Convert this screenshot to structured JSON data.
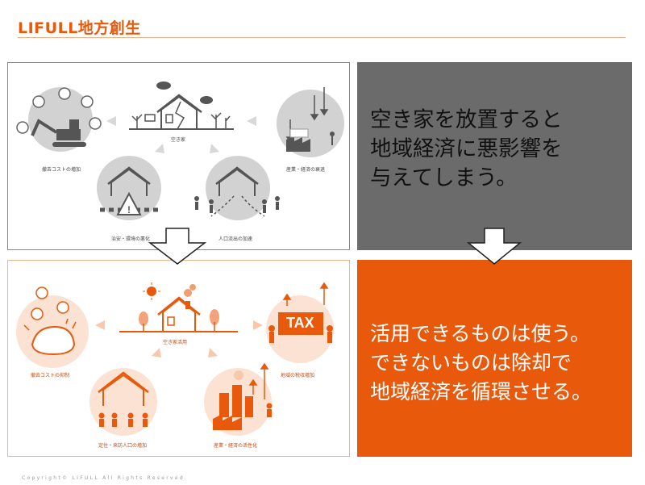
{
  "header": {
    "title": "LIFULL地方創生"
  },
  "top_illustration": {
    "center_label": "空き家",
    "labels": [
      "撤去コストの増加",
      "産業・経済の衰退",
      "治安・環境の悪化",
      "人口流出の加速"
    ]
  },
  "bottom_illustration": {
    "center_label": "空き家活用",
    "labels": [
      "撤去コストの抑制",
      "地域の税収増加",
      "定住・来訪人口の増加",
      "産業・経済の活性化"
    ],
    "tax_sign": "TAX"
  },
  "top_message": "空き家を放置すると\n地域経済に悪影響を\n与えてしまう。",
  "bottom_message": "活用できるものは使う。\nできないものは除却で\n地域経済を循環させる。",
  "footer": {
    "copyright": "Copyright© LIFULL All Rights Reserved."
  },
  "colors": {
    "accent": "#e8590c",
    "gray_panel": "#6b6b6b",
    "illustration_gray": "#cfcfcf",
    "illustration_peach": "#fbe2d3"
  }
}
